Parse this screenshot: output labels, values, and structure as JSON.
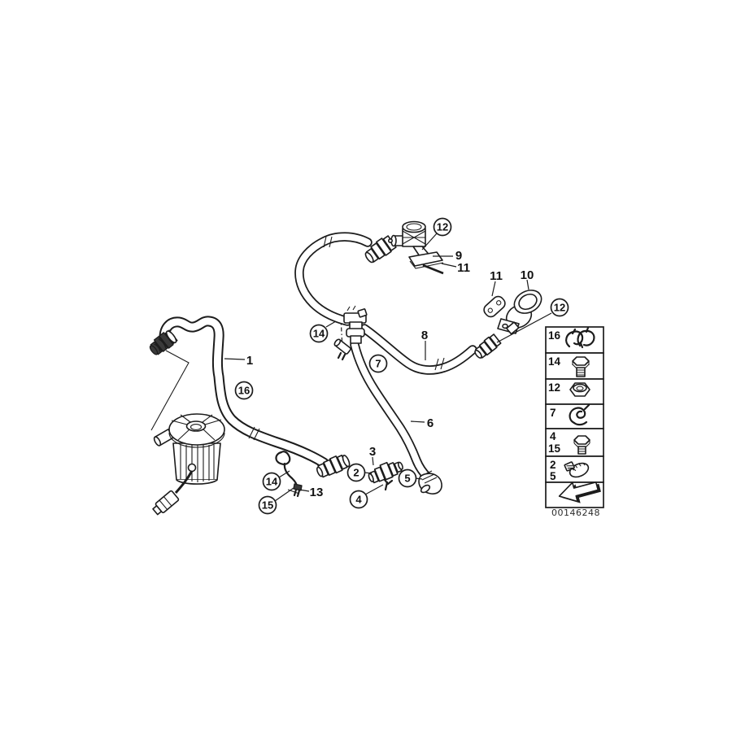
{
  "document_id": "00146248",
  "colors": {
    "line": "#1c1c1c",
    "background": "#ffffff"
  },
  "callouts": [
    {
      "label": "12",
      "style": "circled",
      "ref": "vacuum-valve-top"
    },
    {
      "label": "9",
      "style": "plain",
      "ref": "flange"
    },
    {
      "label": "11",
      "style": "plain",
      "ref": "gasket-top"
    },
    {
      "label": "11",
      "style": "plain",
      "ref": "gasket-right"
    },
    {
      "label": "10",
      "style": "plain",
      "ref": "valve-right"
    },
    {
      "label": "12",
      "style": "circled",
      "ref": "nut-right"
    },
    {
      "label": "14",
      "style": "circled",
      "ref": "t-fitting"
    },
    {
      "label": "8",
      "style": "plain",
      "ref": "hose-8"
    },
    {
      "label": "7",
      "style": "circled",
      "ref": "clip-t"
    },
    {
      "label": "1",
      "style": "plain",
      "ref": "hose-1"
    },
    {
      "label": "16",
      "style": "circled",
      "ref": "clamp-hose-1"
    },
    {
      "label": "6",
      "style": "plain",
      "ref": "hose-6"
    },
    {
      "label": "3",
      "style": "plain",
      "ref": "connector-3"
    },
    {
      "label": "2",
      "style": "circled",
      "ref": "clamp-2"
    },
    {
      "label": "5",
      "style": "circled",
      "ref": "clamp-5"
    },
    {
      "label": "4",
      "style": "circled",
      "ref": "clip-4"
    },
    {
      "label": "14",
      "style": "circled",
      "ref": "bracket-bolt"
    },
    {
      "label": "15",
      "style": "circled",
      "ref": "bracket-screw"
    },
    {
      "label": "13",
      "style": "plain",
      "ref": "bracket"
    }
  ],
  "legend": {
    "rows": [
      {
        "l1": "16",
        "l2": "",
        "icon": "spring-band-clamp-icon"
      },
      {
        "l1": "14",
        "l2": "",
        "icon": "hex-bolt-icon"
      },
      {
        "l1": "12",
        "l2": "",
        "icon": "hex-nut-icon"
      },
      {
        "l1": "7",
        "l2": "",
        "icon": "retaining-clip-icon"
      },
      {
        "l1": "4",
        "l2": "15",
        "icon": "screw-icon"
      },
      {
        "l1": "2",
        "l2": "5",
        "icon": "hose-clamp-icon"
      },
      {
        "l1": "",
        "l2": "",
        "icon": "direction-arrow-icon"
      }
    ]
  }
}
